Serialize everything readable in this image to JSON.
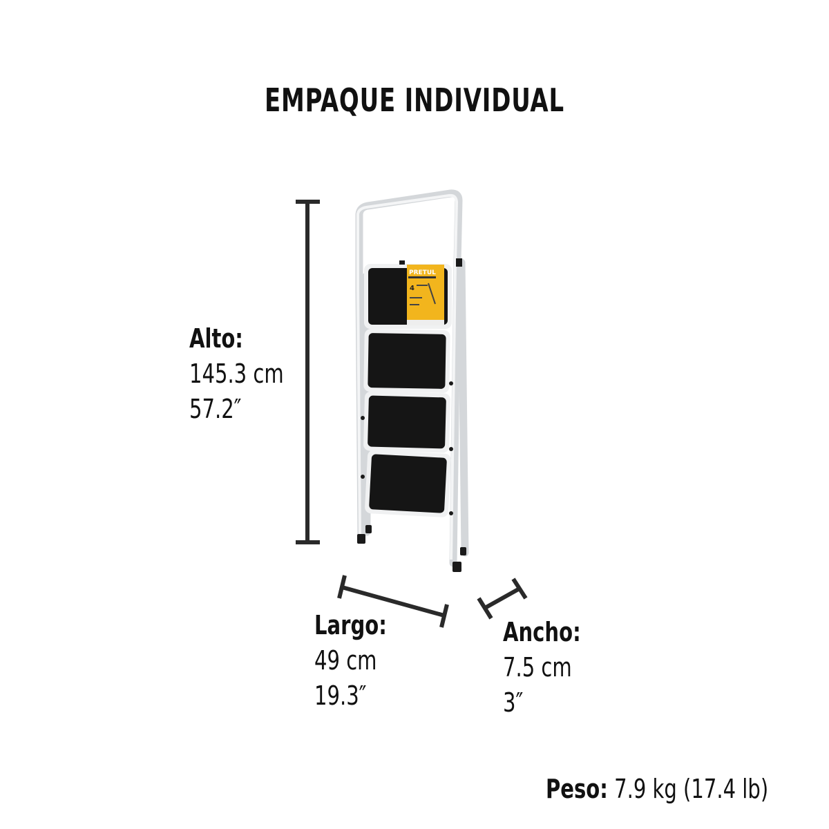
{
  "title": "EMPAQUE INDIVIDUAL",
  "dimensions": {
    "alto": {
      "label": "Alto:",
      "metric": "145.3 cm",
      "imperial": "57.2″"
    },
    "largo": {
      "label": "Largo:",
      "metric": "49 cm",
      "imperial": "19.3″"
    },
    "ancho": {
      "label": "Ancho:",
      "metric": "7.5 cm",
      "imperial": "3″"
    }
  },
  "peso": {
    "label": "Peso:",
    "value": "7.9 kg (17.4 lb)"
  },
  "product": {
    "brand": "PRETUL",
    "type": "folding step ladder, 4 steps",
    "frame_color": "#e8eaec",
    "step_color": "#111111",
    "label_color": "#f2b51d"
  },
  "colors": {
    "text": "#111111",
    "dimension_line": "#2a2a2a",
    "background": "#ffffff"
  }
}
